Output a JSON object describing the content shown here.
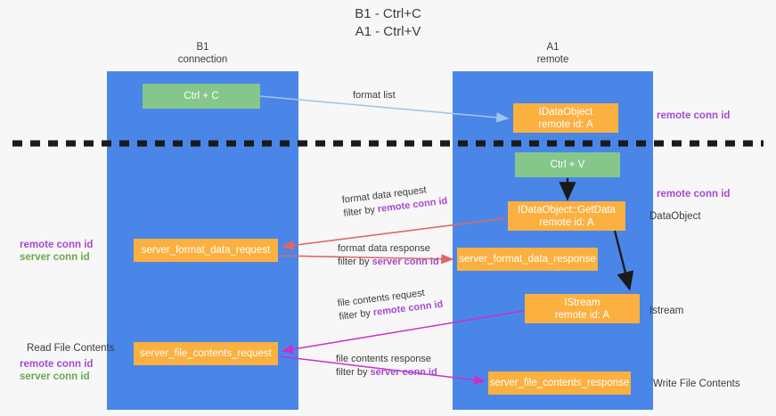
{
  "title": {
    "line1": "B1 - Ctrl+C",
    "line2": "A1 - Ctrl+V"
  },
  "lanes": [
    {
      "id": "b1",
      "name": "B1",
      "role": "connection"
    },
    {
      "id": "a1",
      "name": "A1",
      "role": "remote"
    }
  ],
  "nodes": {
    "ctrl_c": {
      "line1": "Ctrl + C",
      "line2": "",
      "color": "#85c68b"
    },
    "idataobject": {
      "line1": "IDataObject",
      "line2": "remote id: A",
      "color": "#fbb040"
    },
    "ctrl_v": {
      "line1": "Ctrl + V",
      "line2": "",
      "color": "#85c68b"
    },
    "getdata": {
      "line1": "IDataObject::GetData",
      "line2": "remote id: A",
      "color": "#fbb040"
    },
    "sfd_request": {
      "line1": "server_format_data_request",
      "line2": "",
      "color": "#fbb040"
    },
    "sfd_response": {
      "line1": "server_format_data_response",
      "line2": "",
      "color": "#fbb040"
    },
    "istream": {
      "line1": "IStream",
      "line2": "remote id: A",
      "color": "#fbb040"
    },
    "sfc_request": {
      "line1": "server_file_contents_request",
      "line2": "",
      "color": "#fbb040"
    },
    "sfc_response": {
      "line1": "server_file_contents_response",
      "line2": "",
      "color": "#fbb040"
    }
  },
  "edge_labels": {
    "format_list": {
      "text": "format list"
    },
    "format_data_request": {
      "line1": "format data request",
      "filter_prefix": "filter by ",
      "filter_key": "remote conn id"
    },
    "format_data_response": {
      "line1": "format data response",
      "filter_prefix": "filter by ",
      "filter_key": "server conn id"
    },
    "file_contents_request": {
      "line1": "file contents request",
      "filter_prefix": "filter by ",
      "filter_key": "remote conn id"
    },
    "file_contents_response": {
      "line1": "file contents response",
      "filter_prefix": "filter by ",
      "filter_key": "server conn id"
    }
  },
  "annotations": {
    "right": [
      {
        "text": "remote conn id",
        "kind": "purple"
      },
      {
        "text": "remote conn id",
        "kind": "purple"
      },
      {
        "text": "DataObject",
        "kind": "plain"
      },
      {
        "text": "Istream",
        "kind": "plain"
      },
      {
        "text": "Write File Contents",
        "kind": "plain"
      }
    ],
    "left": [
      {
        "line1": "remote conn id",
        "line2": "server conn id"
      },
      {
        "text": "Read File Contents",
        "kind": "plain"
      },
      {
        "line1": "remote conn id",
        "line2": "server conn id"
      }
    ]
  },
  "colors": {
    "lane": "#4a86e8",
    "node_green": "#85c68b",
    "node_orange": "#fbb040",
    "purple": "#a64ad0",
    "green_text": "#6aa84f",
    "arrow_blue": "#9fc5e8",
    "arrow_red": "#e06666",
    "arrow_magenta": "#c832c8",
    "arrow_black": "#1a1a1a",
    "background": "#f7f7f7"
  }
}
